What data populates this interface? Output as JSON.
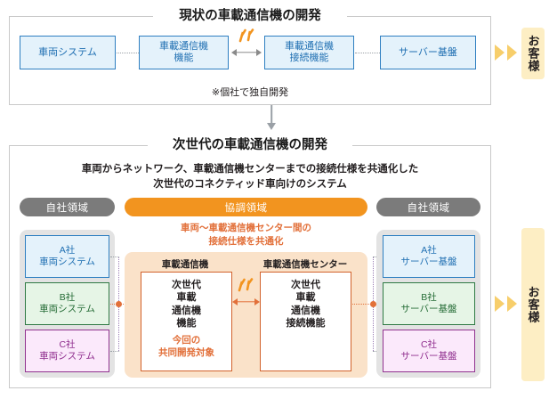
{
  "top_panel": {
    "title": "現状の車載通信機の開発",
    "boxes": [
      {
        "id": "vehicle-system",
        "label": "車両システム"
      },
      {
        "id": "tcu-function",
        "label": "車載通信機\n機能"
      },
      {
        "id": "tcu-connect-function",
        "label": "車載通信機\n接続機能"
      },
      {
        "id": "server-platform",
        "label": "サーバー基盤"
      }
    ],
    "note": "※個社で独自開発",
    "customer_label": "お客様"
  },
  "bottom_panel": {
    "title": "次世代の車載通信機の開発",
    "lead_line1": "車両からネットワーク、車載通信機センターまでの接続仕様を共通化した",
    "lead_line2": "次世代のコネクティッド車向けのシステム",
    "pills": [
      {
        "id": "own-domain-left",
        "label": "自社領域",
        "color": "#7b7b7b"
      },
      {
        "id": "cooperative-domain",
        "label": "協調領域",
        "color": "#f2941f"
      },
      {
        "id": "own-domain-right",
        "label": "自社領域",
        "color": "#7b7b7b"
      }
    ],
    "coop_note_line1": "車両～車載通信機センター間の",
    "coop_note_line2": "接続仕様を共通化",
    "left_companies": [
      {
        "id": "company-a-vehicle",
        "label": "A社\n車両システム",
        "variant": "a"
      },
      {
        "id": "company-b-vehicle",
        "label": "B社\n車両システム",
        "variant": "b"
      },
      {
        "id": "company-c-vehicle",
        "label": "C社\n車両システム",
        "variant": "c"
      }
    ],
    "right_companies": [
      {
        "id": "company-a-server",
        "label": "A社\nサーバー基盤",
        "variant": "a"
      },
      {
        "id": "company-b-server",
        "label": "B社\nサーバー基盤",
        "variant": "b"
      },
      {
        "id": "company-c-server",
        "label": "C社\nサーバー基盤",
        "variant": "c"
      }
    ],
    "center_left": {
      "heading": "車載通信機",
      "body": "次世代\n車載\n通信機\n機能",
      "sub": "今回の\n共同開発対象"
    },
    "center_right": {
      "heading": "車載通信機センター",
      "body": "次世代\n車載\n通信機\n接続機能",
      "sub": ""
    },
    "customer_label": "お客様"
  },
  "colors": {
    "accent_orange": "#f2941f",
    "line_orange": "#e2703a",
    "gray_zone": "#e3e3e3",
    "orange_zone": "#fae2c9",
    "blue_box_border": "#2e7fc1",
    "green_box_border": "#2f7a44",
    "purple_box_border": "#91328f",
    "customer_bg": "#fdeec4",
    "chevron": "#f7ce6b",
    "panel_border": "#c9c9c9"
  },
  "icons": {
    "wireless_spark": "wireless-spark-icon",
    "double_arrow": "double-arrow-icon",
    "down_arrow": "down-arrow-icon",
    "chevron": "chevron-right-icon"
  }
}
